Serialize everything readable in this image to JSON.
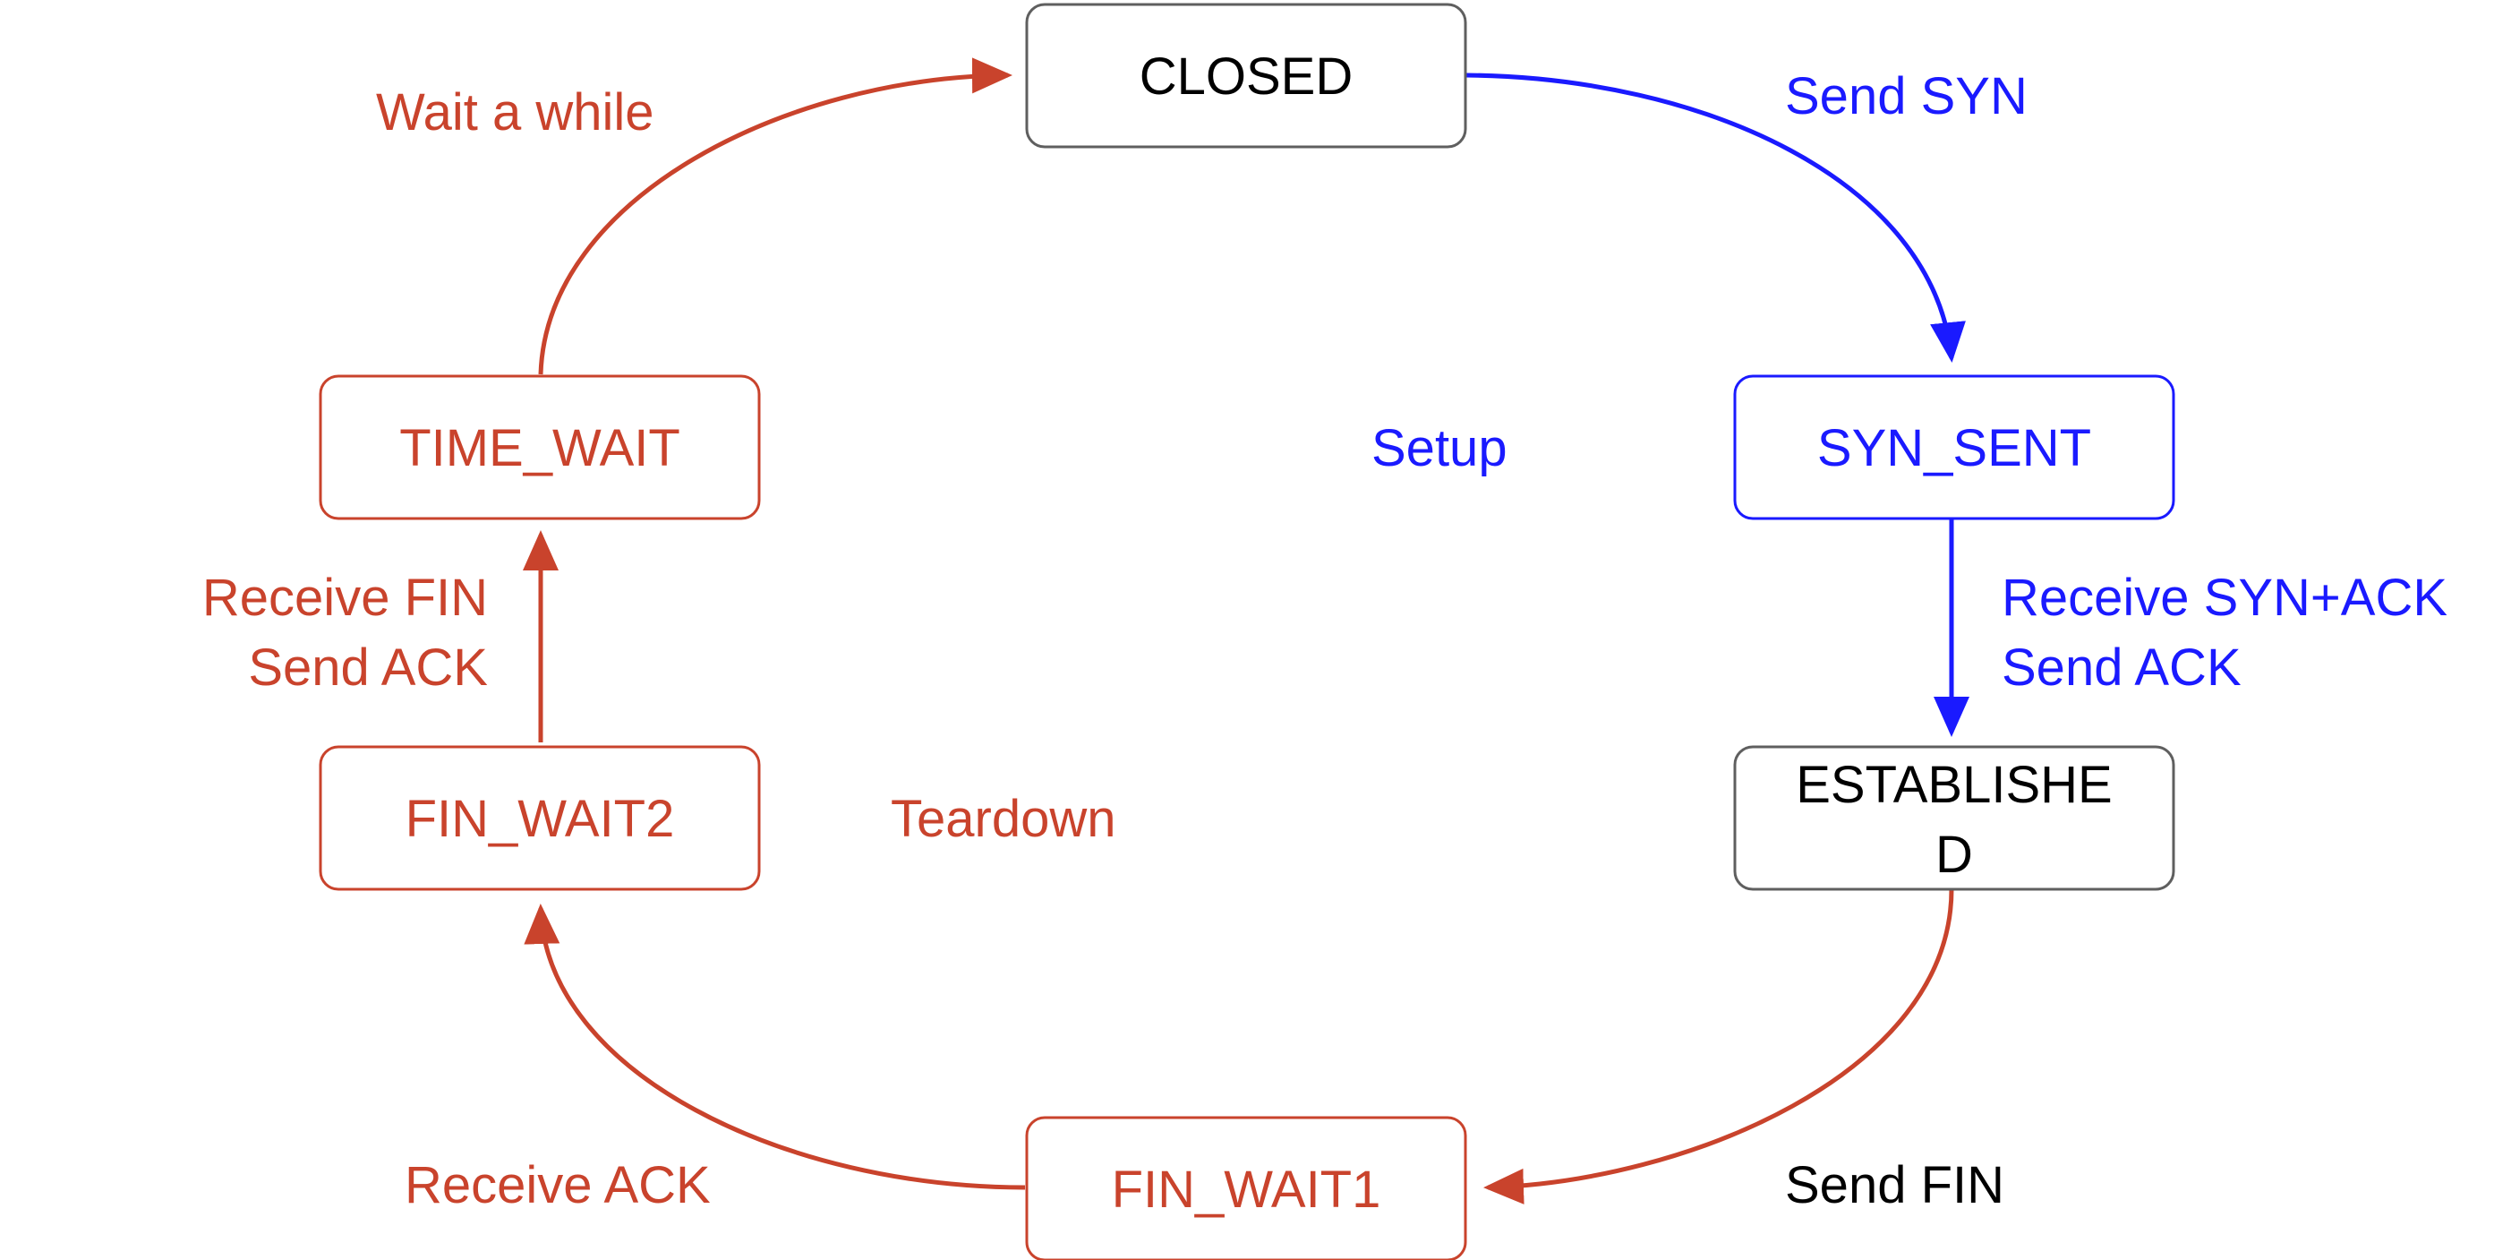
{
  "colors": {
    "setup": "#1a1aff",
    "teardown": "#c9432c",
    "neutral": "#000000",
    "neutral_border": "#5f5f5f"
  },
  "states": {
    "closed": "CLOSED",
    "syn_sent": "SYN_SENT",
    "established_line1": "ESTABLISHE",
    "established_line2": "D",
    "fin_wait1": "FIN_WAIT1",
    "fin_wait2": "FIN_WAIT2",
    "time_wait": "TIME_WAIT"
  },
  "transitions": {
    "send_syn": "Send SYN",
    "receive_synack_line1": "Receive SYN+ACK",
    "receive_synack_line2": "Send ACK",
    "send_fin": "Send FIN",
    "receive_ack": "Receive ACK",
    "receive_fin_line1": "Receive FIN",
    "receive_fin_line2": "Send ACK",
    "wait_a_while": "Wait a while"
  },
  "groups": {
    "setup": "Setup",
    "teardown": "Teardown"
  }
}
